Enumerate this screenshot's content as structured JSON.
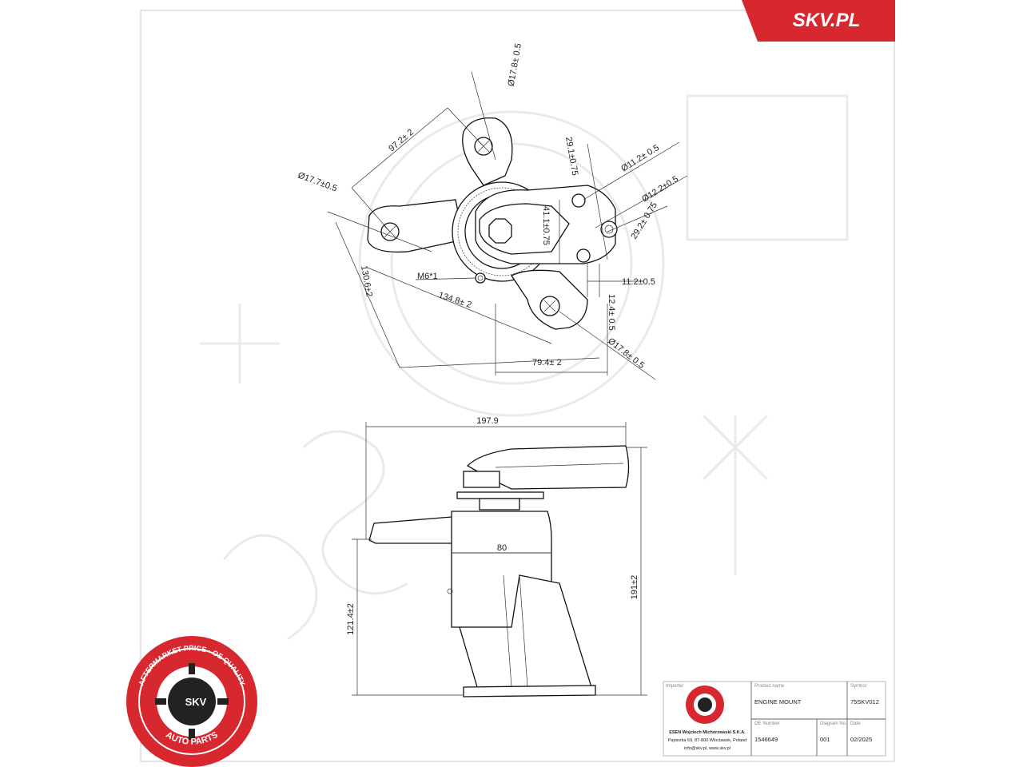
{
  "brand": {
    "badge_text": "SKV.PL",
    "badge_color": "#d7282f",
    "seal_outer_text": "AFTERMARKET PRICE · OE QUALITY",
    "seal_center_text": "SKV",
    "seal_bottom_text": "AUTO PARTS"
  },
  "top_view_dimensions": {
    "d1": "Ø17.8± 0.5",
    "d2": "97.2± 2",
    "d3": "Ø17.7±0.5",
    "d4": "29.1±0.75",
    "d5": "Ø11.2± 0.5",
    "d6": "Ø12.2±0.5",
    "d7": "41.1±0.75",
    "d8": "29.2± 0.75",
    "d9": "M6*1",
    "d10": "11.2±0.5",
    "d11": "130.6±2",
    "d12": "134.8± 2",
    "d13": "12.4± 0.5",
    "d14": "Ø17.8± 0.5",
    "d15": "79.4± 2"
  },
  "side_view_dimensions": {
    "width": "197.9",
    "inner": "80",
    "height": "191±2",
    "lower": "121.4±2"
  },
  "title_block": {
    "importer_label": "Importer",
    "product_name_label": "Product name",
    "product_name": "ENGINE MOUNT",
    "symbol_label": "Symbol",
    "symbol": "75SKV012",
    "oe_number_label": "OE Number",
    "oe_number": "1546649",
    "diagram_no_label": "Diagram No.",
    "diagram_no": "001",
    "date_label": "Date",
    "date": "02/2025",
    "company_line1": "ESEN Wojciech Michorzewski S.K.A.",
    "company_line2": "Papiezka 69, 87-800 Wloclawek, Poland",
    "company_line3": "info@skv.pl, www.skv.pl"
  }
}
